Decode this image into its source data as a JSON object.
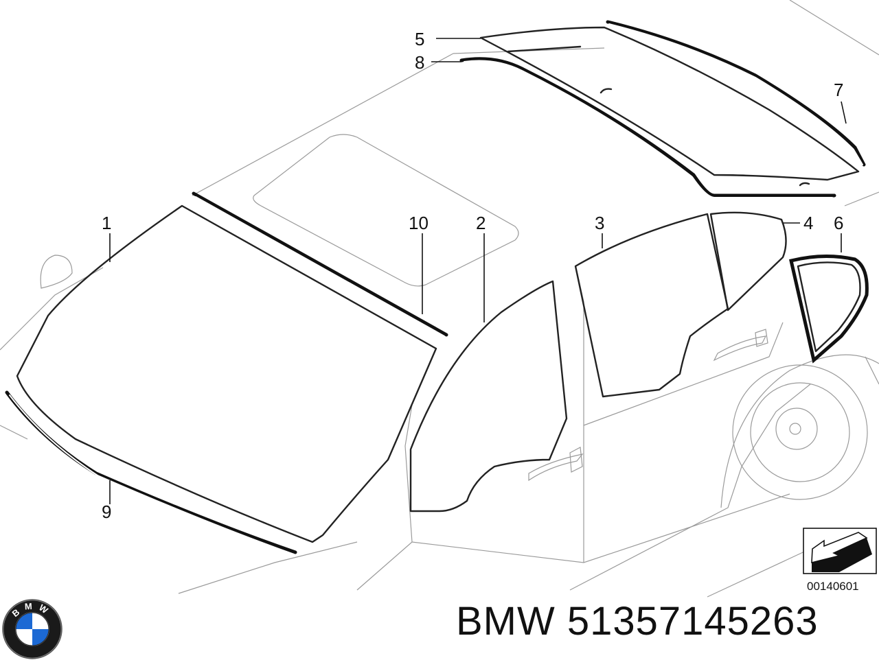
{
  "diagram": {
    "callouts": [
      {
        "id": "1",
        "label": "1"
      },
      {
        "id": "2",
        "label": "2"
      },
      {
        "id": "3",
        "label": "3"
      },
      {
        "id": "4",
        "label": "4"
      },
      {
        "id": "5",
        "label": "5"
      },
      {
        "id": "6",
        "label": "6"
      },
      {
        "id": "7",
        "label": "7"
      },
      {
        "id": "8",
        "label": "8"
      },
      {
        "id": "9",
        "label": "9"
      },
      {
        "id": "10",
        "label": "10"
      }
    ],
    "reference_number": "00140601",
    "caption": "BMW 51357145263",
    "logo_text": "BMW"
  }
}
